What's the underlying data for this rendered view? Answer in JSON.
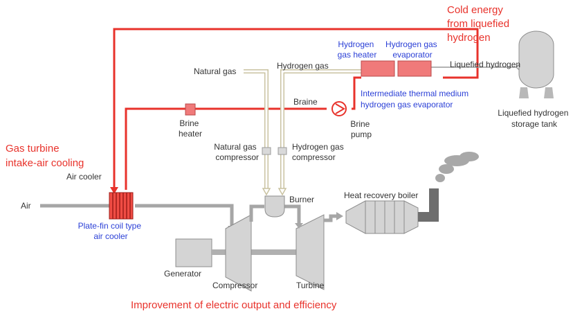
{
  "colors": {
    "red": "#e8322b",
    "blue": "#2a3fd6",
    "text": "#333333",
    "equipment": "#d4d4d4",
    "hx_fill": "#f07a7a"
  },
  "labels": {
    "cold_energy": [
      "Cold energy",
      "from liquefied",
      "hydrogen"
    ],
    "hydrogen_gas_heater": [
      "Hydrogen",
      "gas heater"
    ],
    "hydrogen_gas_evaporator": [
      "Hydrogen gas",
      "evaporator"
    ],
    "liquefied_hydrogen": "Liquefied hydrogen",
    "natural_gas": "Natural gas",
    "hydrogen_gas": "Hydrogen gas",
    "intermediate_evaporator": [
      "Intermediate thermal medium",
      "hydrogen gas evaporator"
    ],
    "braine": "Braine",
    "brine_heater": [
      "Brine",
      "heater"
    ],
    "brine_pump": [
      "Brine",
      "pump"
    ],
    "storage_tank": [
      "Liquefied hydrogen",
      "storage  tank"
    ],
    "gas_turbine_cooling": [
      "Gas turbine",
      "intake-air cooling"
    ],
    "natural_gas_compressor": [
      "Natural gas",
      "compressor"
    ],
    "hydrogen_gas_compressor": [
      "Hydrogen gas",
      "compressor"
    ],
    "air_cooler": "Air cooler",
    "air": "Air",
    "burner": "Burner",
    "heat_recovery_boiler": "Heat recovery boiler",
    "plate_fin": [
      "Plate-fin coil type",
      "air cooler"
    ],
    "generator": "Generator",
    "compressor": "Compressor",
    "turbine": "Turbine",
    "improvement": "Improvement of electric output and efficiency"
  }
}
